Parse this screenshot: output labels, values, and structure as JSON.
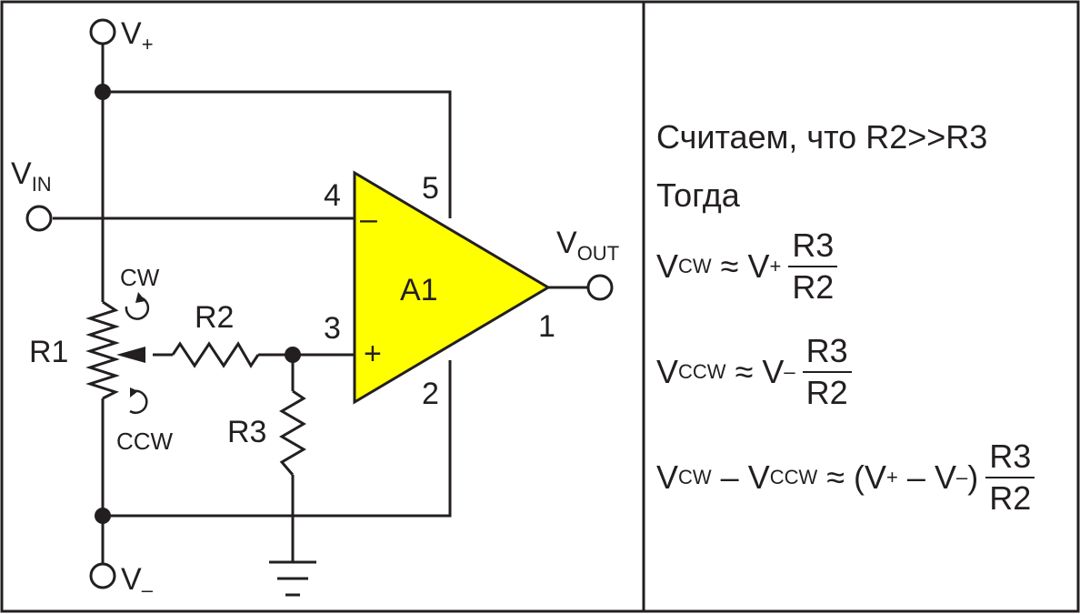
{
  "colors": {
    "opamp_fill": "#ffff00",
    "line": "#231f20",
    "background": "#ffffff"
  },
  "schematic": {
    "supply_pos": {
      "main": "V",
      "sub": "+"
    },
    "supply_neg": {
      "main": "V",
      "sub": "–"
    },
    "input": {
      "main": "V",
      "sub": "IN"
    },
    "output": {
      "main": "V",
      "sub": "OUT"
    },
    "opamp": {
      "name": "A1",
      "pin_inv": "4",
      "pin_noninv": "3",
      "pin_vpos": "5",
      "pin_vneg": "2",
      "pin_out": "1",
      "sign_inv": "–",
      "sign_noninv": "+"
    },
    "pot": {
      "name": "R1",
      "cw": "CW",
      "ccw": "CCW"
    },
    "r2": "R2",
    "r3": "R3"
  },
  "equations": {
    "assume": "Считаем, что R2>>R3",
    "then": "Тогда",
    "eq1": {
      "lhs": "V",
      "lhs_sub": "CW",
      "op": "≈",
      "v": "V",
      "v_sub": "+",
      "num": "R3",
      "den": "R2"
    },
    "eq2": {
      "lhs": "V",
      "lhs_sub": "CCW",
      "op": "≈",
      "v": "V",
      "v_sub": "–",
      "num": "R3",
      "den": "R2"
    },
    "eq3": {
      "a": "V",
      "a_sub": "CW",
      "minus": "–",
      "b": "V",
      "b_sub": "CCW",
      "op": "≈",
      "lparen": "(",
      "c": "V",
      "c_sub": "+",
      "minus2": "–",
      "d": "V",
      "d_sub": "–",
      "rparen": ")",
      "num": "R3",
      "den": "R2"
    }
  }
}
